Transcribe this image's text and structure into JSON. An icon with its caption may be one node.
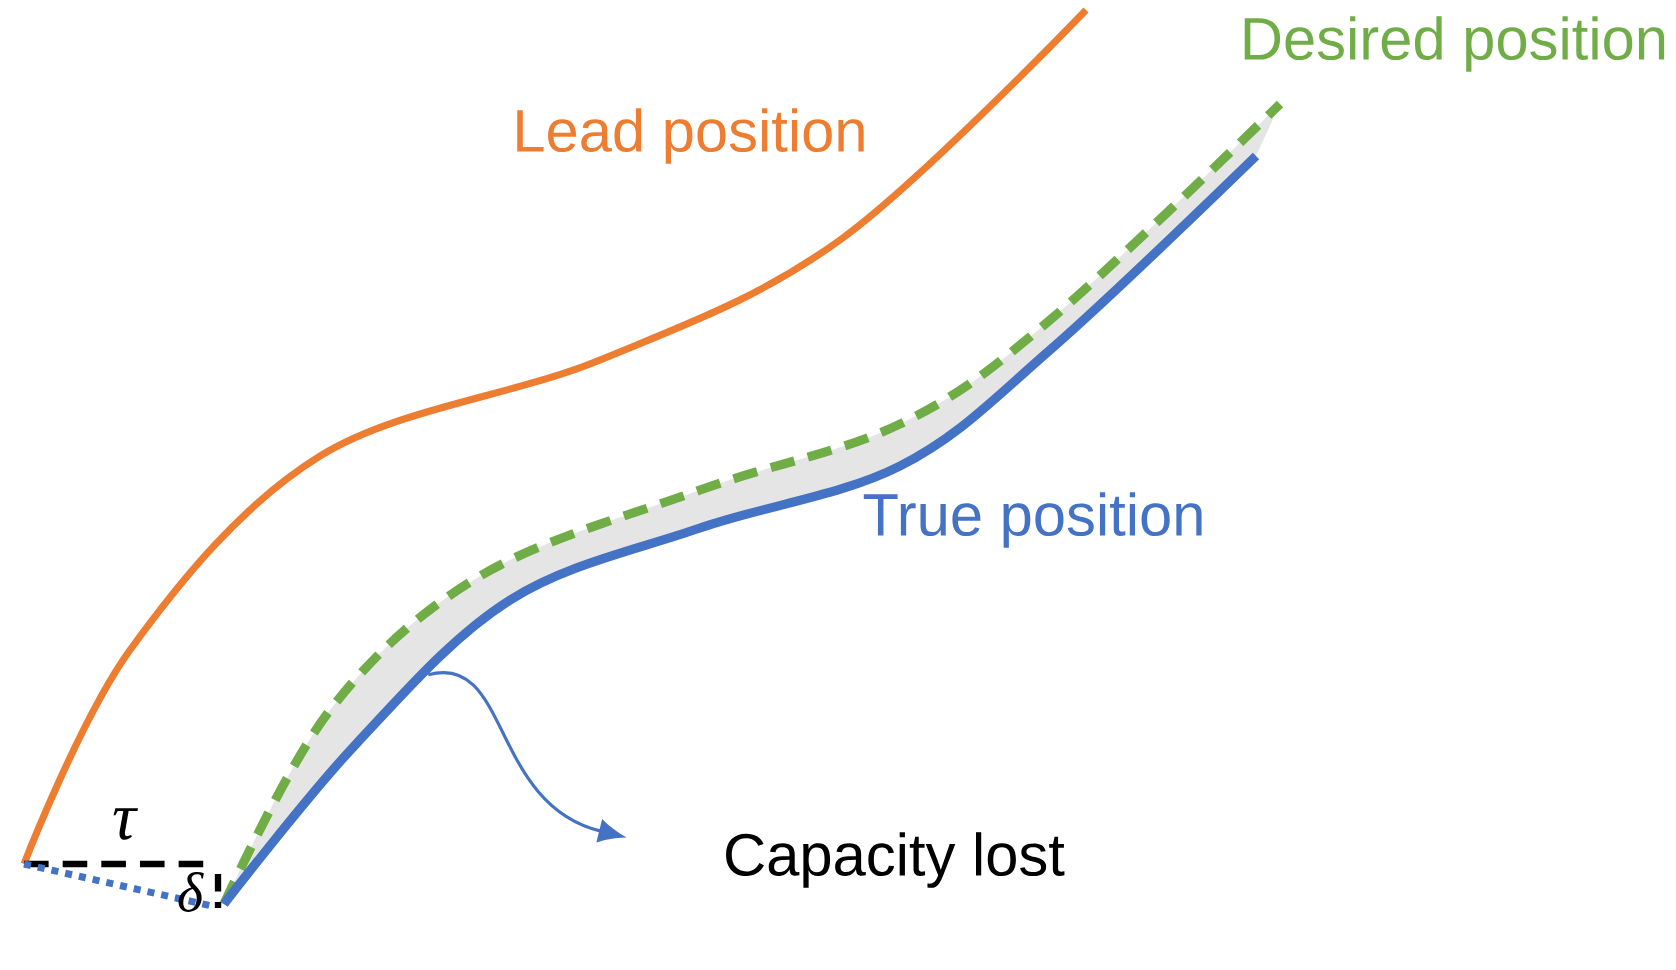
{
  "diagram": {
    "nodes": [
      {
        "text": [
          "Capacity lost"
        ]
      },
      {
        "text": [],
        "shape": "area"
      }
    ],
    "edges": [
      {
        "from": 1,
        "to": 0,
        "arrow": "to",
        "color": "#4472c4"
      }
    ],
    "labels": [
      "Lead position",
      "Desired position",
      "True position",
      "τ",
      "δ"
    ]
  }
}
